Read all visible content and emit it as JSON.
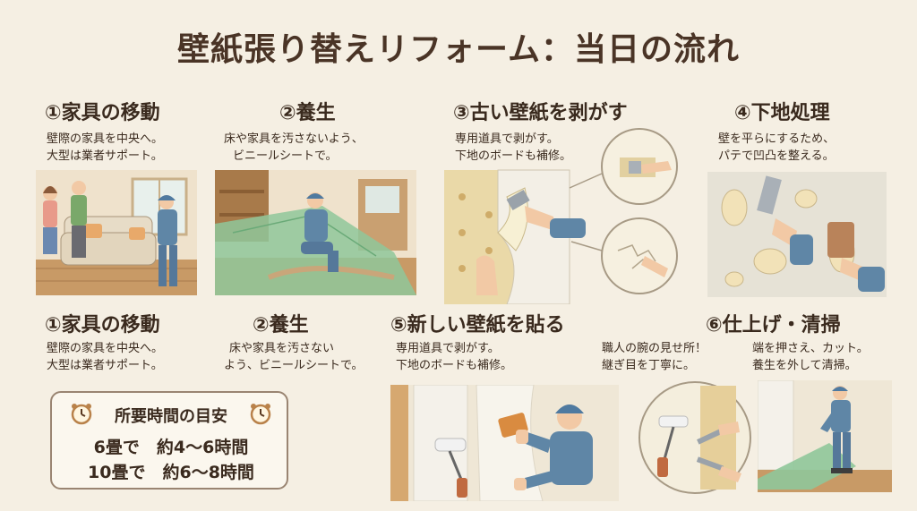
{
  "title": "壁紙張り替えリフォーム：当日の流れ",
  "steps": [
    {
      "title": "①家具の移動",
      "desc": [
        "壁際の家具を中央へ。",
        "大型は業者サポート。"
      ]
    },
    {
      "title": "②養生",
      "desc": [
        "床や家具を汚さないよう、",
        "ビニールシートで。"
      ]
    },
    {
      "title": "③古い壁紙を剥がす",
      "desc": [
        "専用道具で剥がす。",
        "下地のボードも補修。"
      ]
    },
    {
      "title": "④下地処理",
      "desc": [
        "壁を平らにするため、",
        "パテで凹凸を整える。"
      ]
    },
    {
      "title": "①家具の移動",
      "desc": [
        "壁際の家具を中央へ。",
        "大型は業者サポート。"
      ]
    },
    {
      "title": "②養生",
      "desc": [
        "床や家具を汚さない",
        "よう、ビニールシートで。"
      ]
    },
    {
      "title": "⑤新しい壁紙を貼る",
      "desc": [
        "専用道具で剥がす。",
        "下地のボードも補修。"
      ]
    },
    {
      "title": "⑥仕上げ・清掃",
      "desc_a": [
        "職人の腕の見せ所！",
        "継ぎ目を丁寧に。"
      ],
      "desc_b": [
        "端を押さえ、カット。",
        "養生を外して清掃。"
      ]
    }
  ],
  "time_box": {
    "heading": "所要時間の目安",
    "rows": [
      "6畳で　約4〜6時間",
      "10畳で　約6〜8時間"
    ]
  },
  "colors": {
    "background": "#f5efe3",
    "text": "#3a2a1e",
    "worker_uniform": "#5f86a6",
    "plastic_sheet": "#8fc79a",
    "wood": "#b98a5a"
  }
}
